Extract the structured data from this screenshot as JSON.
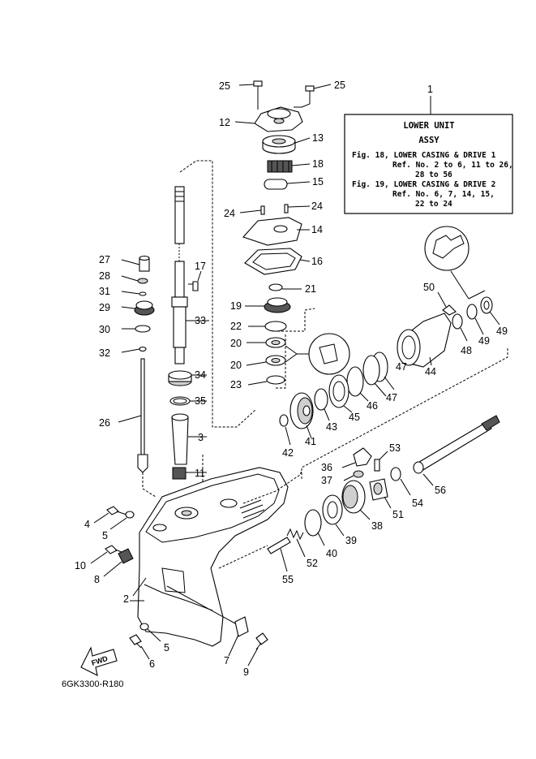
{
  "info_box": {
    "ref_number": "1",
    "title_line1": "LOWER UNIT",
    "title_line2": "ASSY",
    "lines": [
      "Fig. 18, LOWER CASING & DRIVE 1",
      "Ref. No. 2 to 6, 11 to 26,",
      "28 to 56",
      "Fig. 19, LOWER CASING & DRIVE 2",
      "Ref. No. 6, 7, 14, 15,",
      "22 to 24"
    ]
  },
  "labels": {
    "p25a": "25",
    "p25b": "25",
    "p12": "12",
    "p13": "13",
    "p18": "18",
    "p15": "15",
    "p24a": "24",
    "p24b": "24",
    "p14": "14",
    "p16": "16",
    "p21": "21",
    "p19": "19",
    "p22": "22",
    "p20a": "20",
    "p20b": "20",
    "p23": "23",
    "p17": "17",
    "p33": "33",
    "p27": "27",
    "p28": "28",
    "p31": "31",
    "p29": "29",
    "p30": "30",
    "p32": "32",
    "p34": "34",
    "p35": "35",
    "p3": "3",
    "p11": "11",
    "p26": "26",
    "p50": "50",
    "p49a": "49",
    "p49b": "49",
    "p48": "48",
    "p44": "44",
    "p47a": "47",
    "p47b": "47",
    "p46": "46",
    "p45": "45",
    "p43": "43",
    "p41": "41",
    "p42": "42",
    "p53": "53",
    "p36": "36",
    "p37": "37",
    "p56": "56",
    "p54": "54",
    "p51": "51",
    "p38": "38",
    "p39": "39",
    "p40": "40",
    "p52": "52",
    "p55": "55",
    "p4": "4",
    "p5a": "5",
    "p10": "10",
    "p8": "8",
    "p2": "2",
    "p5b": "5",
    "p6": "6",
    "p7": "7",
    "p9": "9"
  },
  "fwd_label": "FWD",
  "drawing_code": "6GK3300-R180"
}
